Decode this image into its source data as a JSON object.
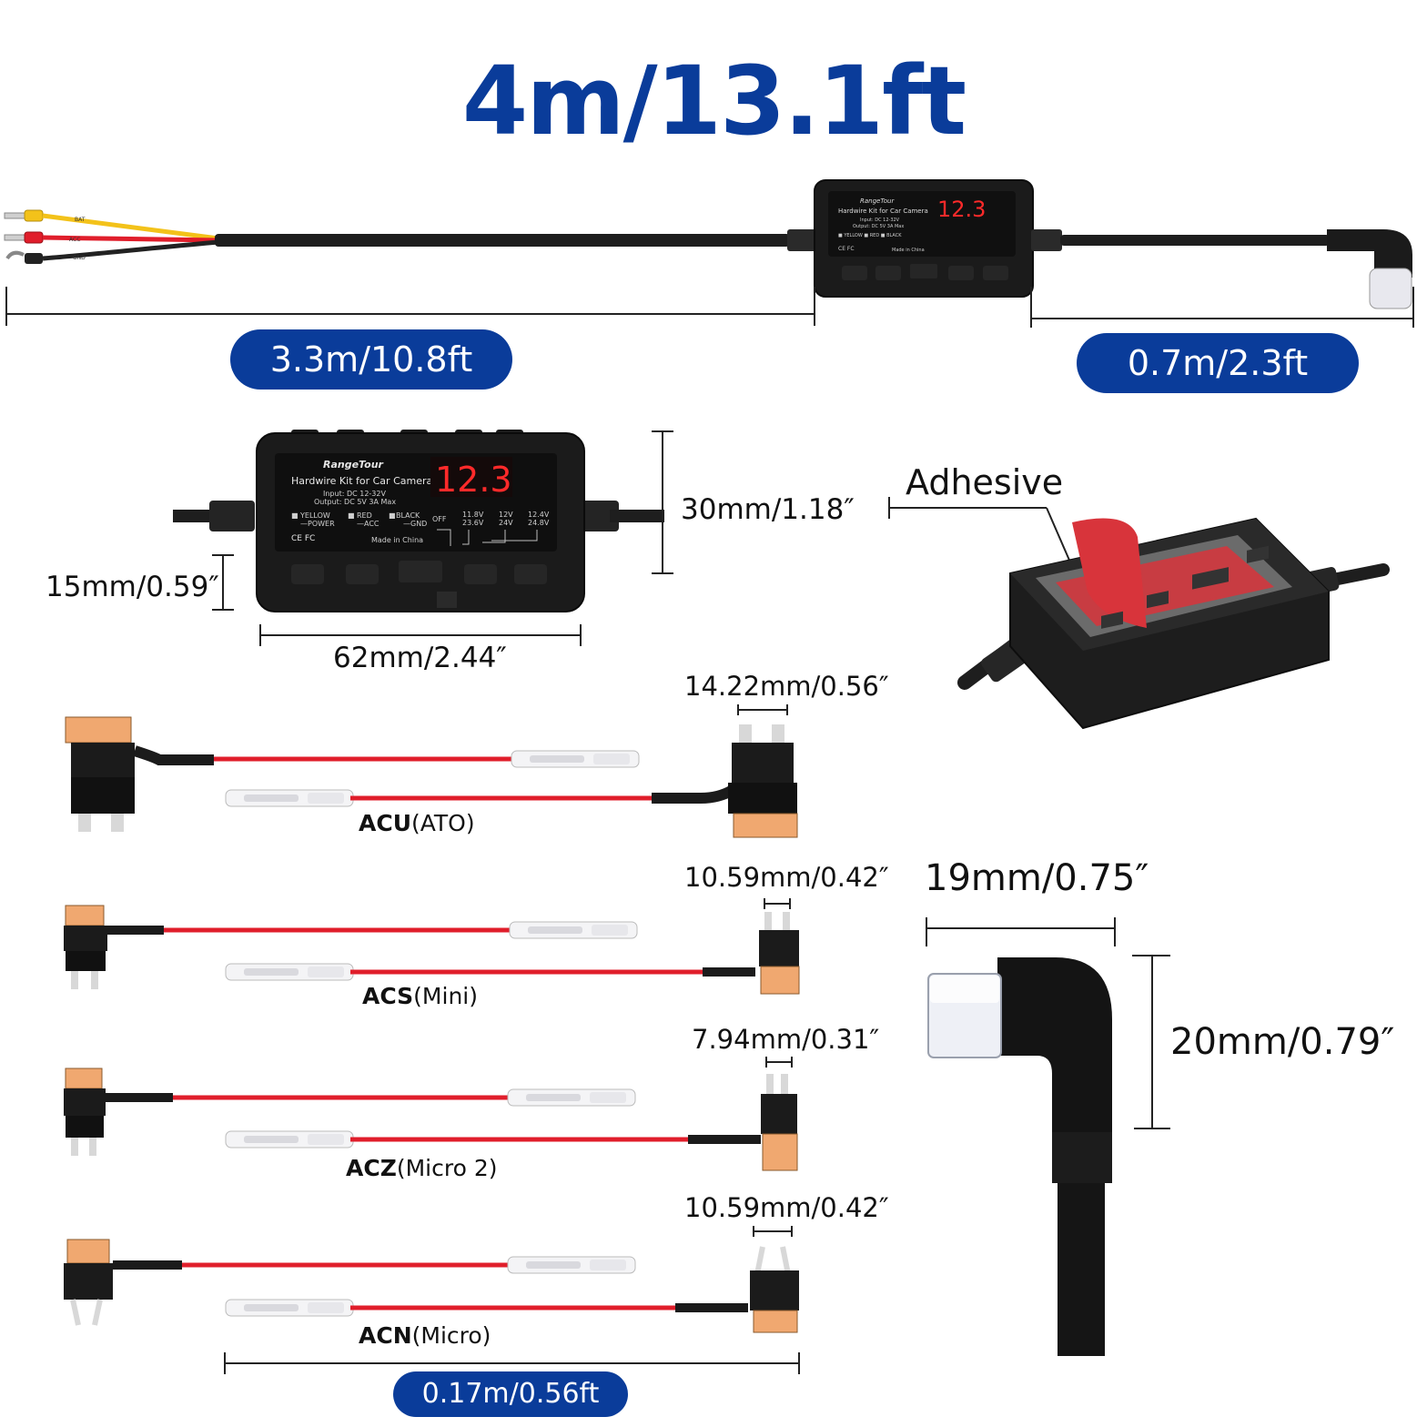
{
  "title": "4m/13.1ft",
  "cable": {
    "main_length": "3.3m/10.8ft",
    "output_length": "0.7m/2.3ft",
    "wire_tags": [
      "BAT",
      "ACC",
      "GND"
    ]
  },
  "module": {
    "brand": "RangeTour",
    "product": "Hardwire Kit for Car Camera",
    "input": "Input: DC 12-32V",
    "output": "Output: DC 5V 3A Max",
    "display_value": "12.3",
    "wires": {
      "yellow": "YELLOW",
      "yellow_role": "—POWER",
      "red": "RED",
      "red_role": "—ACC",
      "black": "BLACK",
      "black_role": "—GND"
    },
    "made_in": "Made in China",
    "cert": "CE FC",
    "settings": {
      "off": "OFF",
      "v1": "11.8V",
      "v1b": "23.6V",
      "v2": "12V",
      "v2b": "24V",
      "v3": "12.4V",
      "v3b": "24.8V"
    },
    "height": "30mm/1.18″",
    "depth": "15mm/0.59″",
    "width": "62mm/2.44″",
    "adhesive_label": "Adhesive"
  },
  "fuse_taps": [
    {
      "code": "ACU",
      "type": "(ATO)",
      "width": "14.22mm/0.56″"
    },
    {
      "code": "ACS",
      "type": "(Mini)",
      "width": "10.59mm/0.42″"
    },
    {
      "code": "ACZ",
      "type": "(Micro 2)",
      "width": "7.94mm/0.31″"
    },
    {
      "code": "ACN",
      "type": "(Micro)",
      "width": "10.59mm/0.42″"
    }
  ],
  "fuse_tap_length": "0.17m/0.56ft",
  "connector": {
    "width": "19mm/0.75″",
    "height": "20mm/0.79″"
  },
  "colors": {
    "brand_blue": "#0a3c9a",
    "wire_red": "#e01e2b",
    "wire_yellow": "#f3c21a",
    "body_black": "#1b1b1b",
    "led_red": "#ff2a2a",
    "adhesive_red": "#d8343b",
    "fuse_orange": "#f0a870"
  }
}
